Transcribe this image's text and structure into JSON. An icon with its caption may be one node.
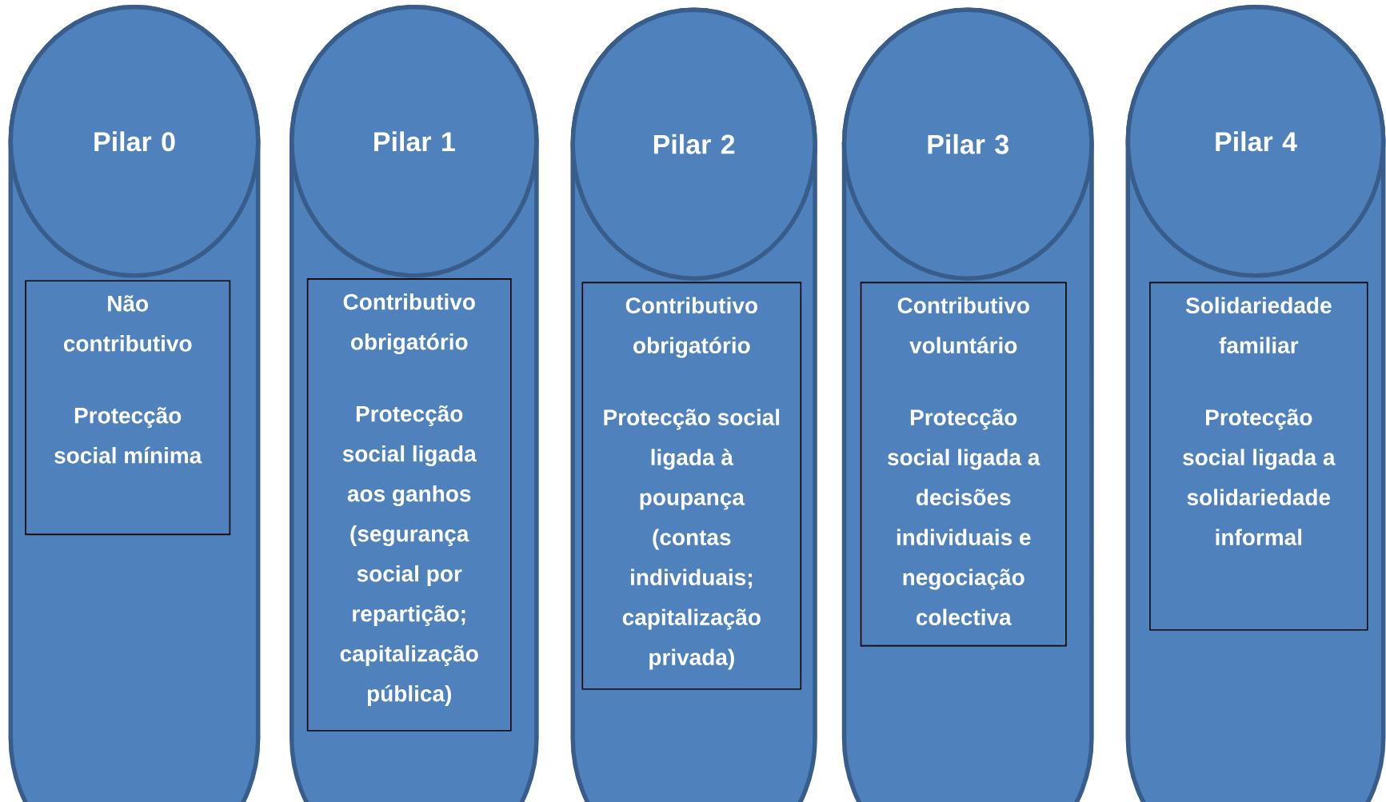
{
  "diagram": {
    "nodes": [
      {
        "text": [
          "Pilar 0"
        ]
      },
      {
        "text": [
          "Não contributivo",
          "Protecção social mínima"
        ],
        "in": 0
      },
      {
        "text": [
          "Pilar 1"
        ]
      },
      {
        "text": [
          "Contributivo obrigatório",
          "Protecção social ligada aos ganhos (segurança social por repartição; capitalização pública)"
        ],
        "in": 2
      },
      {
        "text": [
          "Pilar 2"
        ]
      },
      {
        "text": [
          "Contributivo obrigatório",
          "Protecção social ligada à poupança (contas individuais; capitalização privada)"
        ],
        "in": 4
      },
      {
        "text": [
          "Pilar 3"
        ]
      },
      {
        "text": [
          "Contributivo voluntário",
          "Protecção social ligada a decisões individuais e negociação colectiva"
        ],
        "in": 6
      },
      {
        "text": [
          "Pilar 4"
        ]
      },
      {
        "text": [
          "Solidariedade familiar",
          "Protecção social ligada a solidariedade informal"
        ],
        "in": 8
      }
    ]
  }
}
